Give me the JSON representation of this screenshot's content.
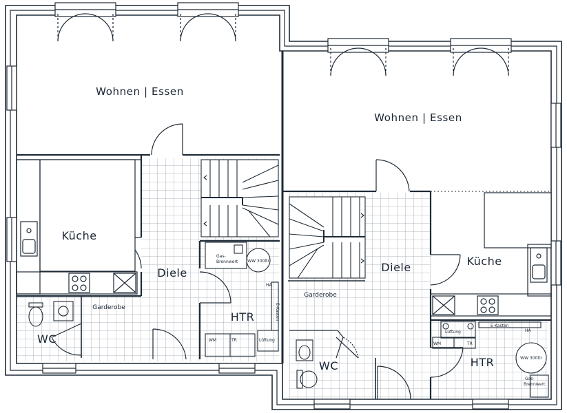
{
  "labels": {
    "wohnen_left": "Wohnen | Essen",
    "wohnen_right": "Wohnen | Essen",
    "kueche_left": "Küche",
    "kueche_right": "Küche",
    "diele_left": "Diele",
    "diele_right": "Diele",
    "htr_left": "HTR",
    "htr_right": "HTR",
    "wc_left": "WC",
    "wc_right": "WC",
    "garderobe_left": "Garderobe",
    "garderobe_right": "Garderobe",
    "gas_left_1": "Gas-",
    "gas_left_2": "Brennwert",
    "gas_right_1": "Gas-",
    "gas_right_2": "Brennwert",
    "ww_left": "WW 300ltr",
    "ww_right": "WW 300ltr",
    "ha_left": "HA",
    "ha_right": "HA",
    "wm_left": "WM",
    "tr_left": "TR",
    "wm_right": "WM",
    "tr_right": "TR",
    "lueftung_left": "Lüftung",
    "lueftung_right": "Lüftung",
    "ekasten_left": "E-Kasten",
    "ekasten_right": "E-Kasten"
  },
  "colors": {
    "wall": "#1e2a36",
    "grid": "#9aa3ab",
    "text": "#1a2633"
  }
}
